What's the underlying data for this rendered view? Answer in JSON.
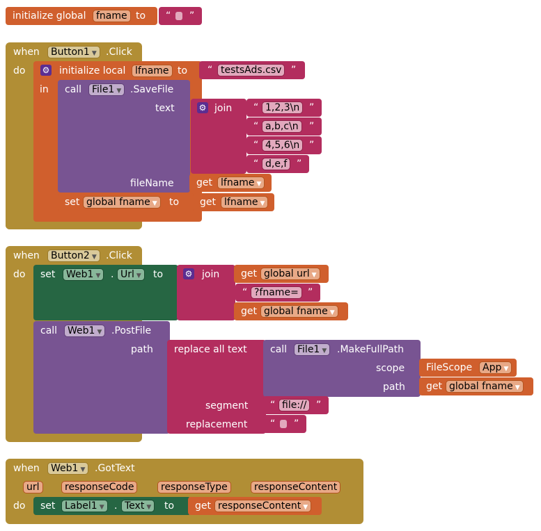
{
  "global_init": {
    "kw": "initialize global",
    "name": "fname",
    "to": "to",
    "value": ""
  },
  "when1": {
    "when": "when",
    "comp": "Button1",
    "event": ".Click",
    "do": "do",
    "init_local": "initialize local",
    "local_name": "lfname",
    "to": "to",
    "local_value": "testsAds.csv",
    "in": "in",
    "call": "call",
    "file_comp": "File1",
    "method": ".SaveFile",
    "text_lbl": "text",
    "join": "join",
    "join_items": [
      "1,2,3\\n",
      "a,b,c\\n",
      "4,5,6\\n",
      "d,e,f"
    ],
    "filename_lbl": "fileName",
    "get": "get",
    "get_var": "lfname",
    "set": "set",
    "set_var": "global fname",
    "set_to": "to",
    "set_get": "get",
    "set_get_var": "lfname"
  },
  "when2": {
    "when": "when",
    "comp": "Button2",
    "event": ".Click",
    "do": "do",
    "set": "set",
    "web_comp": "Web1",
    "dot": ".",
    "prop": "Url",
    "to": "to",
    "join": "join",
    "join_get1": "get",
    "join_var1": "global url",
    "join_text": "?fname=",
    "join_get2": "get",
    "join_var2": "global fname",
    "call": "call",
    "post_comp": "Web1",
    "post_method": ".PostFile",
    "path_lbl": "path",
    "replace": "replace all text",
    "call2": "call",
    "file_comp": "File1",
    "makepath": ".MakeFullPath",
    "scope_lbl": "scope",
    "filescope": "FileScope",
    "scope_val": "App",
    "path2_lbl": "path",
    "path_get": "get",
    "path_var": "global fname",
    "segment_lbl": "segment",
    "segment_val": "file://",
    "replacement_lbl": "replacement",
    "replacement_val": ""
  },
  "when3": {
    "when": "when",
    "comp": "Web1",
    "event": ".GotText",
    "params": [
      "url",
      "responseCode",
      "responseType",
      "responseContent"
    ],
    "do": "do",
    "set": "set",
    "label_comp": "Label1",
    "dot": ".",
    "prop": "Text",
    "to": "to",
    "get": "get",
    "get_var": "responseContent"
  },
  "colors": {
    "variables": "#d05f2d",
    "events": "#b18e35",
    "procedures": "#785492",
    "components": "#266643",
    "text": "#b32d5e"
  }
}
